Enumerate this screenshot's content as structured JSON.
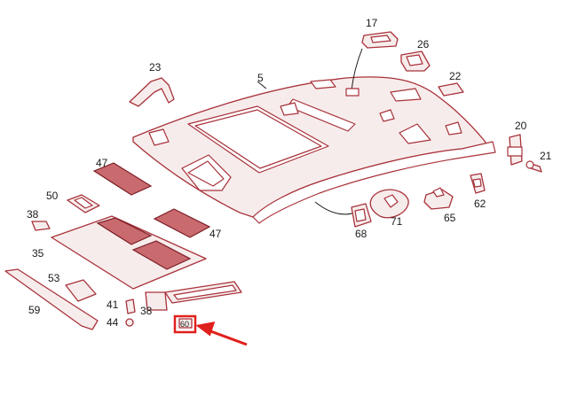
{
  "labels": {
    "p5": "5",
    "p17": "17",
    "p20": "20",
    "p21": "21",
    "p22": "22",
    "p23": "23",
    "p26": "26",
    "p35": "35",
    "p38a": "38",
    "p38b": "38",
    "p41": "41",
    "p44": "44",
    "p47a": "47",
    "p47b": "47",
    "p50": "50",
    "p53": "53",
    "p59": "59",
    "p62": "62",
    "p65": "65",
    "p68": "68",
    "p71": "71",
    "p60": "60"
  },
  "colors": {
    "line": "#a8323a",
    "pad": "#c96a6f",
    "highlight": "#e0201c"
  },
  "highlight": {
    "target": "p60",
    "icon": "red-arrow-icon"
  }
}
